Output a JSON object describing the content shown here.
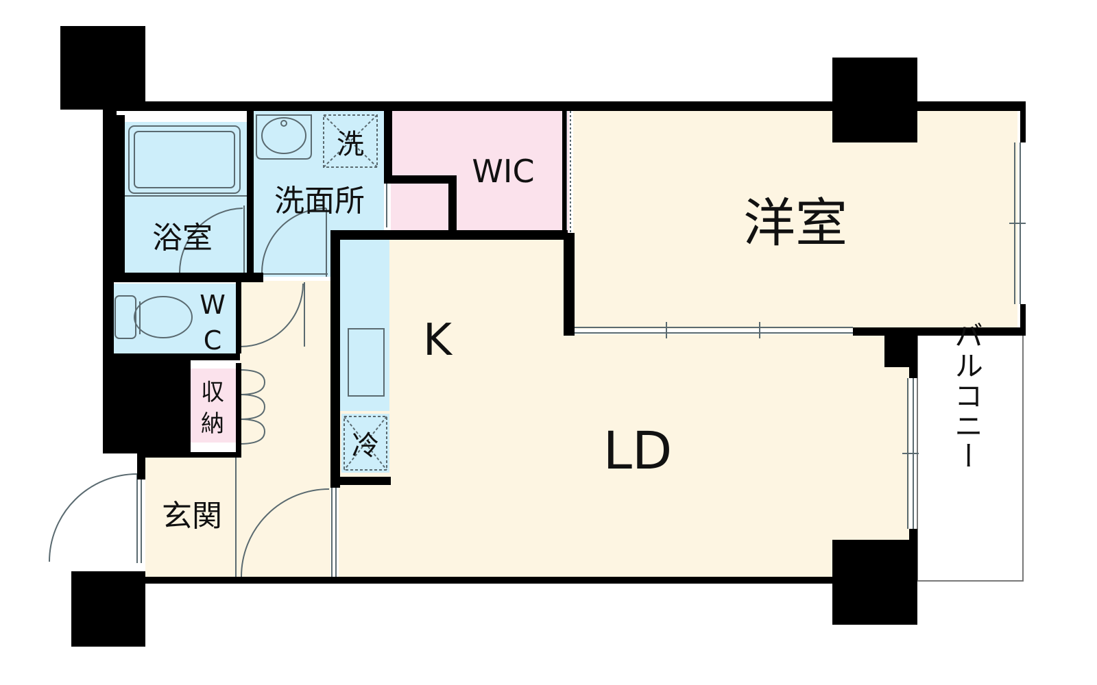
{
  "labels": {
    "bath": "浴室",
    "washroom": "洗面所",
    "washer": "洗",
    "wic": "WIC",
    "western_room": "洋室",
    "wc_w": "W",
    "wc_c": "C",
    "storage_top": "収",
    "storage_bottom": "納",
    "kitchen": "K",
    "fridge": "冷",
    "ld": "LD",
    "entrance": "玄関",
    "balcony": "バルコニー"
  },
  "colors": {
    "wet_area": "#cdeefa",
    "living_floor": "#fdf5e2",
    "closet": "#fbe2ec",
    "wall": "#000000",
    "fixture_line": "#5a6a70"
  }
}
